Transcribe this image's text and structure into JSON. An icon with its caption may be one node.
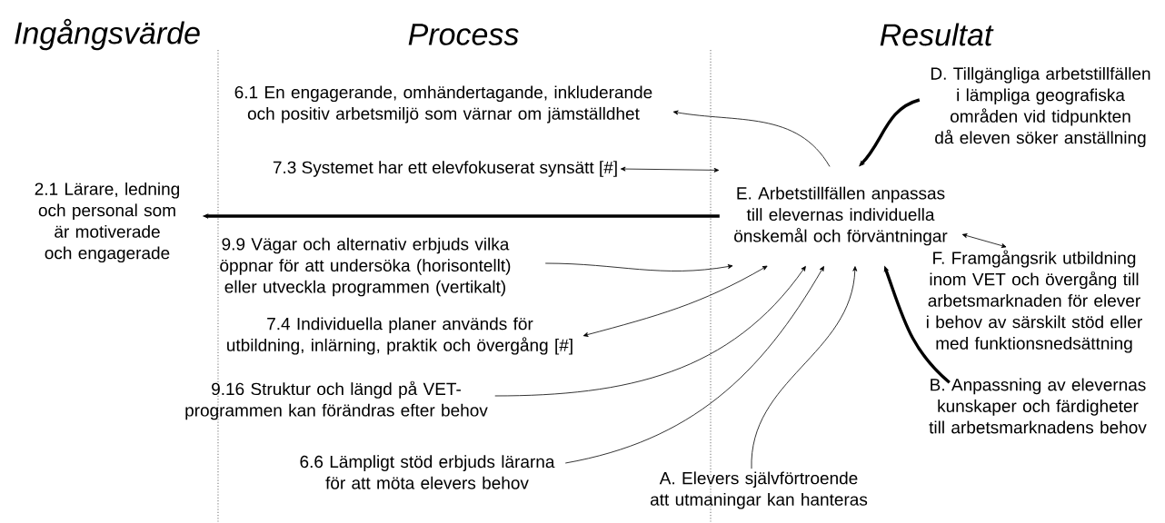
{
  "diagram": {
    "nodes": [
      {
        "text": [
          "2.1 Lärare, ledning och personal som är motiverade och engagerade"
        ]
      },
      {
        "text": [
          "6.1 En engagerande, omhändertagande, inkluderande och positiv arbetsmiljö som värnar om jämställdhet"
        ]
      },
      {
        "text": [
          "7.3 Systemet har ett elevfokuserat synsätt [#]"
        ]
      },
      {
        "text": [
          "9.9 Vägar och alternativ erbjuds vilka öppnar för att undersöka (horisontellt) eller utveckla programmen (vertikalt)"
        ]
      },
      {
        "text": [
          "7.4 Individuella planer används för utbildning, inlärning, praktik och övergång [#]"
        ]
      },
      {
        "text": [
          "9.16 Struktur och längd på VET-programmen kan förändras efter behov"
        ]
      },
      {
        "text": [
          "6.6 Lämpligt stöd erbjuds lärarna för att möta elevers behov"
        ]
      },
      {
        "text": [
          "E. Arbetstillfällen anpassas till elevernas individuella önskemål och förväntningar"
        ]
      },
      {
        "text": [
          "D. Tillgängliga arbetstillfällen i lämpliga geografiska områden vid tidpunkten då eleven söker anställning"
        ]
      },
      {
        "text": [
          "F. Framgångsrik utbildning inom VET och övergång till arbetsmarknaden för elever i behov av särskilt stöd eller med funktionsnedsättning"
        ]
      },
      {
        "text": [
          "B. Anpassning av elevernas kunskaper och färdigheter till arbetsmarknadens behov"
        ]
      },
      {
        "text": [
          "A. Elevers självförtroende att utmaningar kan hanteras"
        ]
      }
    ],
    "edges": [
      {
        "from": 7,
        "to": 1,
        "arrow": "to"
      },
      {
        "from": 2,
        "to": 7,
        "arrow": "both"
      },
      {
        "from": 7,
        "to": 0,
        "arrow": "to",
        "style": "thick"
      },
      {
        "from": 3,
        "to": 7,
        "arrow": "to"
      },
      {
        "from": 4,
        "to": 7,
        "arrow": "both"
      },
      {
        "from": 5,
        "to": 7,
        "arrow": "to"
      },
      {
        "from": 6,
        "to": 7,
        "arrow": "to"
      },
      {
        "from": 11,
        "to": 7,
        "arrow": "to"
      },
      {
        "from": 8,
        "to": 7,
        "arrow": "to",
        "style": "thick"
      },
      {
        "from": 9,
        "to": 7,
        "arrow": "both"
      },
      {
        "from": 10,
        "to": 7,
        "arrow": "to",
        "style": "thick"
      }
    ],
    "labels": [
      "Ingångsvärde",
      "Process",
      "Resultat"
    ]
  }
}
